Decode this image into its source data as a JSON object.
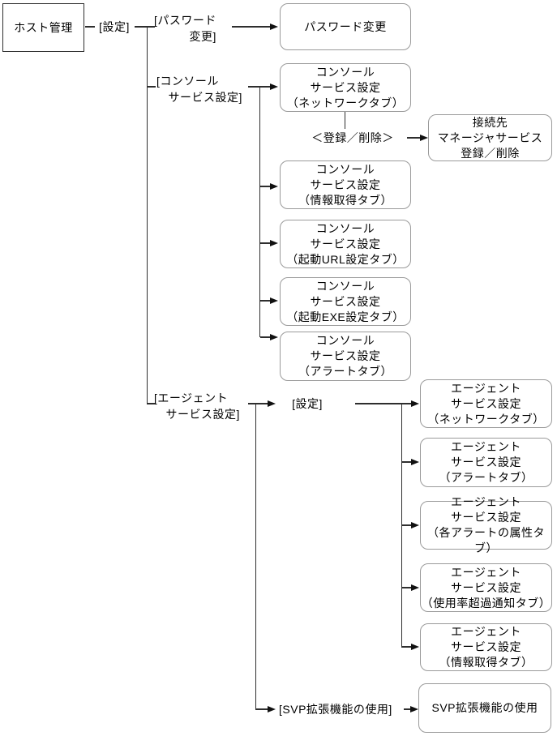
{
  "nodes": {
    "host": "ホスト管理",
    "settings_menu": "[設定]",
    "password_menu": "[パスワード\n　　　変更]",
    "password_screen": "パスワード変更",
    "console_menu": "[コンソール\n　サービス設定]",
    "console_network": "コンソール\nサービス設定\n（ネットワークタブ）",
    "register_delete_label": "＜登録／削除＞",
    "manager_screen": "接続先\nマネージャサービス\n登録／削除",
    "console_info": "コンソール\nサービス設定\n（情報取得タブ）",
    "console_url": "コンソール\nサービス設定\n（起動URL設定タブ）",
    "console_exe": "コンソール\nサービス設定\n（起動EXE設定タブ）",
    "console_alert": "コンソール\nサービス設定\n（アラートタブ）",
    "agent_menu": "[エージェント\n　サービス設定]",
    "agent_settings_menu": "[設定]",
    "agent_network": "エージェント\nサービス設定\n（ネットワークタブ）",
    "agent_alert": "エージェント\nサービス設定\n（アラートタブ）",
    "agent_alert_attr": "エージェント\nサービス設定\n（各アラートの属性タブ）",
    "agent_usage": "エージェント\nサービス設定\n（使用率超過通知タブ）",
    "agent_info": "エージェント\nサービス設定\n（情報取得タブ）",
    "svp_menu": "[SVP拡張機能の使用]",
    "svp_screen": "SVP拡張機能の使用"
  },
  "colors": {
    "background": "#ffffff",
    "text": "#000000",
    "connector_line": "#2e2e2e",
    "rounded_box_border": "#9a9a9a",
    "rect_box_border": "#2e2e2e",
    "arrowhead": "#111111"
  }
}
